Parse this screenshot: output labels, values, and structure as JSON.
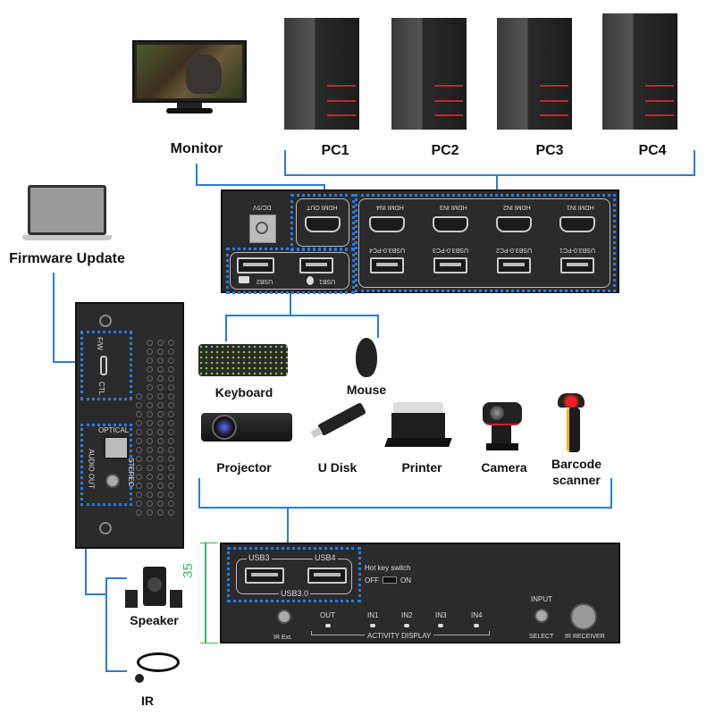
{
  "top_devices": {
    "monitor": "Monitor",
    "pcs": [
      "PC1",
      "PC2",
      "PC3",
      "PC4"
    ]
  },
  "firmware": {
    "label": "Firmware Update"
  },
  "rear_panel": {
    "dc": "DC/5V",
    "hdmi_out": "HDMI OUT",
    "hdmi_in": [
      "HDMI IN4",
      "HDMI IN3",
      "HDMI IN2",
      "HDMI IN1"
    ],
    "usb_pc": [
      "USB3.0-PC4",
      "USB3.0-PC3",
      "USB3.0-PC2",
      "USB3.0-PC1"
    ],
    "usb_ports": [
      "USB2",
      "USB1"
    ]
  },
  "side_panel": {
    "fw": "F/W",
    "ctl": "CTL",
    "optical": "OPTICAL",
    "audio_out": "AUDIO OUT",
    "stereo": "STEREO"
  },
  "peripherals": {
    "keyboard": "Keyboard",
    "mouse": "Mouse",
    "projector": "Projector",
    "udisk": "U Disk",
    "printer": "Printer",
    "camera": "Camera",
    "barcode": "Barcode scanner"
  },
  "audio": {
    "speaker": "Speaker",
    "ir": "IR"
  },
  "front_panel": {
    "dimension": "35",
    "usb3": "USB3",
    "usb4": "USB4",
    "usb30": "USB3.0",
    "hotkey_title": "Hot key switch",
    "hotkey_off": "OFF",
    "hotkey_on": "ON",
    "ir_ext": "IR Ext.",
    "leds": [
      "OUT",
      "IN1",
      "IN2",
      "IN3",
      "IN4"
    ],
    "activity": "ACTIVITY DISPLAY",
    "input": "INPUT",
    "select": "SELECT",
    "ir_receiver": "IR RECEIVER"
  },
  "colors": {
    "connector": "#2a7be4",
    "panel": "#2b2b2b",
    "dimension": "#3cb371"
  }
}
